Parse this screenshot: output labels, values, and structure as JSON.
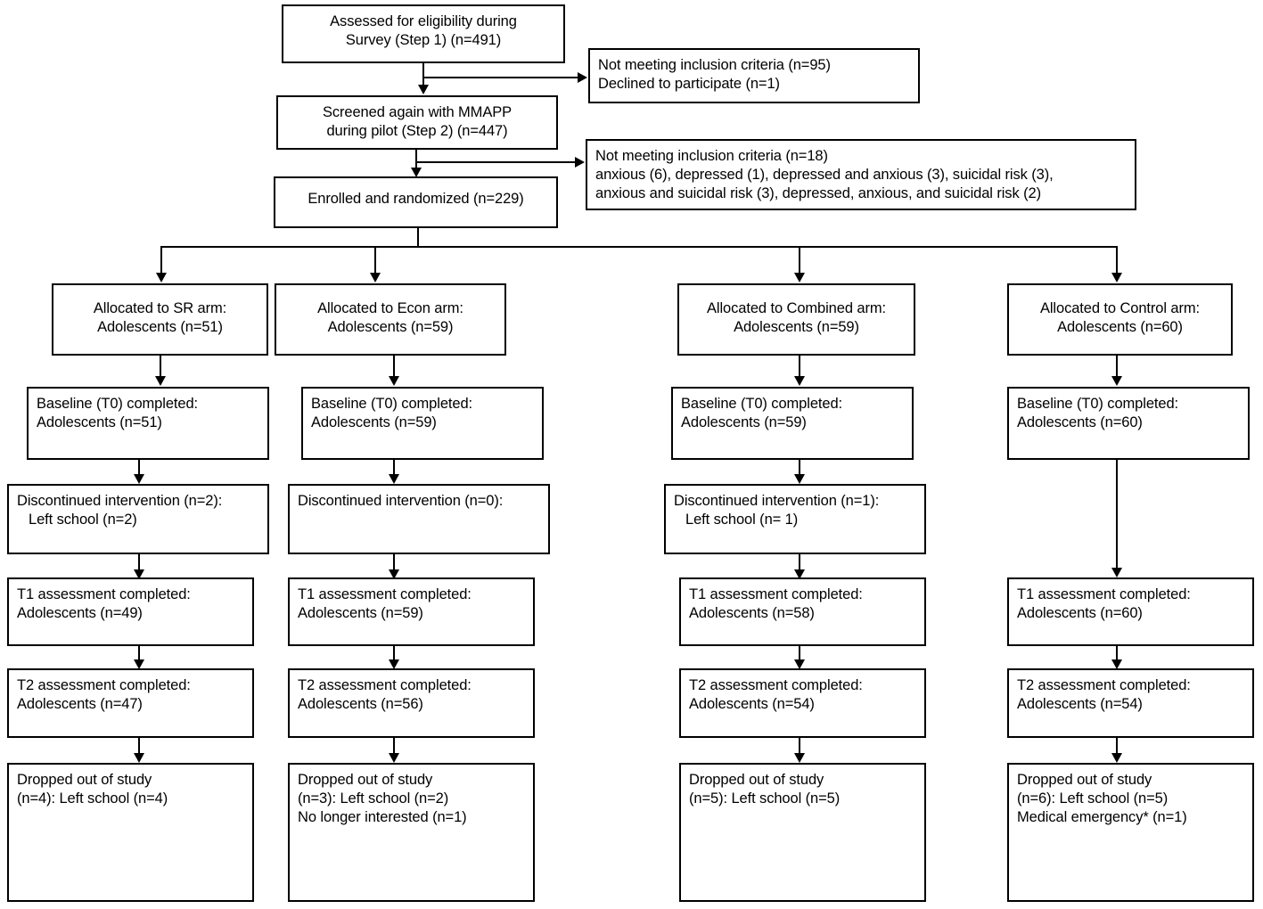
{
  "diagram": {
    "title": "CONSORT participant flow diagram",
    "type": "flowchart",
    "stroke_color": "#000000",
    "background_color": "#ffffff"
  },
  "enrollment": {
    "assessed": {
      "line1": "Assessed for eligibility during",
      "line2": "Survey (Step 1) (n=491)"
    },
    "excluded_step1": {
      "line1": "Not meeting inclusion criteria (n=95)",
      "line2": "Declined to participate (n=1)"
    },
    "screened": {
      "line1": "Screened again with MMAPP",
      "line2": "during pilot (Step 2) (n=447)"
    },
    "excluded_step2": {
      "line1": "Not meeting inclusion criteria (n=18)",
      "line2": "anxious (6), depressed (1), depressed and anxious (3), suicidal risk (3),",
      "line3": "anxious and suicidal risk (3), depressed, anxious, and suicidal risk (2)"
    },
    "randomized": {
      "line1": "Enrolled and randomized (n=229)"
    }
  },
  "arms": [
    {
      "id": "sr",
      "allocation": {
        "line1": "Allocated to SR arm:",
        "line2": "Adolescents (n=51)"
      },
      "baseline": {
        "line1": "Baseline (T0) completed:",
        "line2": "Adolescents (n=51)"
      },
      "discontinued": {
        "line1": "Discontinued intervention (n=2):",
        "line2": "Left school (n=2)"
      },
      "t1": {
        "line1": "T1 assessment completed:",
        "line2": "Adolescents (n=49)"
      },
      "t2": {
        "line1": "T2 assessment completed:",
        "line2": "Adolescents (n=47)"
      },
      "dropped": {
        "line1": "Dropped out of study",
        "line2": "(n=4): Left school (n=4)",
        "line3": ""
      }
    },
    {
      "id": "econ",
      "allocation": {
        "line1": "Allocated to Econ arm:",
        "line2": "Adolescents (n=59)"
      },
      "baseline": {
        "line1": "Baseline (T0) completed:",
        "line2": "Adolescents (n=59)"
      },
      "discontinued": {
        "line1": "Discontinued intervention (n=0):",
        "line2": ""
      },
      "t1": {
        "line1": "T1 assessment completed:",
        "line2": "Adolescents (n=59)"
      },
      "t2": {
        "line1": "T2 assessment completed:",
        "line2": "Adolescents (n=56)"
      },
      "dropped": {
        "line1": "Dropped out of study",
        "line2": "(n=3): Left school (n=2)",
        "line3": "No longer interested (n=1)"
      }
    },
    {
      "id": "combined",
      "allocation": {
        "line1": "Allocated to Combined arm:",
        "line2": "Adolescents (n=59)"
      },
      "baseline": {
        "line1": "Baseline (T0) completed:",
        "line2": "Adolescents (n=59)"
      },
      "discontinued": {
        "line1": "Discontinued intervention (n=1):",
        "line2": "Left school (n= 1)"
      },
      "t1": {
        "line1": "T1 assessment completed:",
        "line2": "Adolescents (n=58)"
      },
      "t2": {
        "line1": "T2 assessment completed:",
        "line2": "Adolescents (n=54)"
      },
      "dropped": {
        "line1": "Dropped out of study",
        "line2": "(n=5): Left school (n=5)",
        "line3": ""
      }
    },
    {
      "id": "control",
      "allocation": {
        "line1": "Allocated to Control arm:",
        "line2": "Adolescents (n=60)"
      },
      "baseline": {
        "line1": "Baseline (T0) completed:",
        "line2": "Adolescents (n=60)"
      },
      "discontinued": null,
      "t1": {
        "line1": "T1 assessment completed:",
        "line2": "Adolescents (n=60)"
      },
      "t2": {
        "line1": "T2 assessment completed:",
        "line2": "Adolescents (n=54)"
      },
      "dropped": {
        "line1": "Dropped out of study",
        "line2": "(n=6): Left school (n=5)",
        "line3": "Medical emergency* (n=1)"
      }
    }
  ]
}
